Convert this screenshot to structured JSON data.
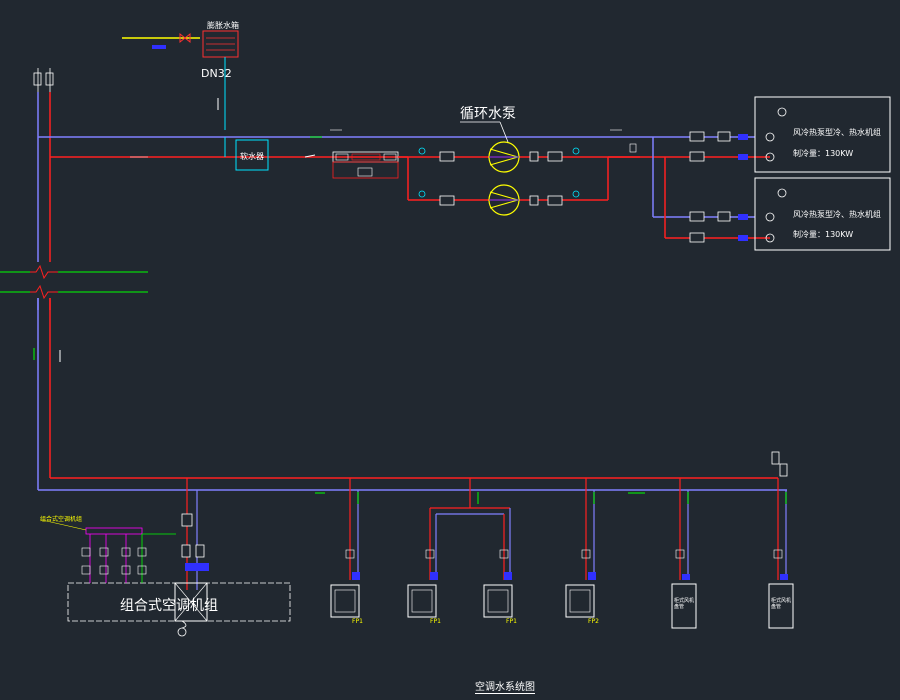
{
  "diagram": {
    "title": "空调水系统图",
    "expansion_tank": "膨胀水箱",
    "pipe_size": "DN32",
    "water_treatment": "软水器",
    "pump_label": "循环水泵",
    "chillers": [
      {
        "name": "风冷热泵型冷、热水机组",
        "capacity": "制冷量：130KW"
      },
      {
        "name": "风冷热泵型冷、热水机组",
        "capacity": "制冷量：130KW"
      }
    ],
    "ahu_label": "组合式空调机组",
    "ahu_note": "组合式空调机组",
    "fan_coils": [
      "FP1",
      "FP1",
      "FP1",
      "FP2"
    ],
    "cabinets": [
      "柜式风机盘管",
      "柜式风机盘管"
    ],
    "colors": {
      "background": "#212830",
      "supply": "#ff2020",
      "return": "#8080ff",
      "green": "#00ff00",
      "cyan": "#00e5ff",
      "yellow": "#ffff00",
      "white": "#ffffff"
    }
  }
}
